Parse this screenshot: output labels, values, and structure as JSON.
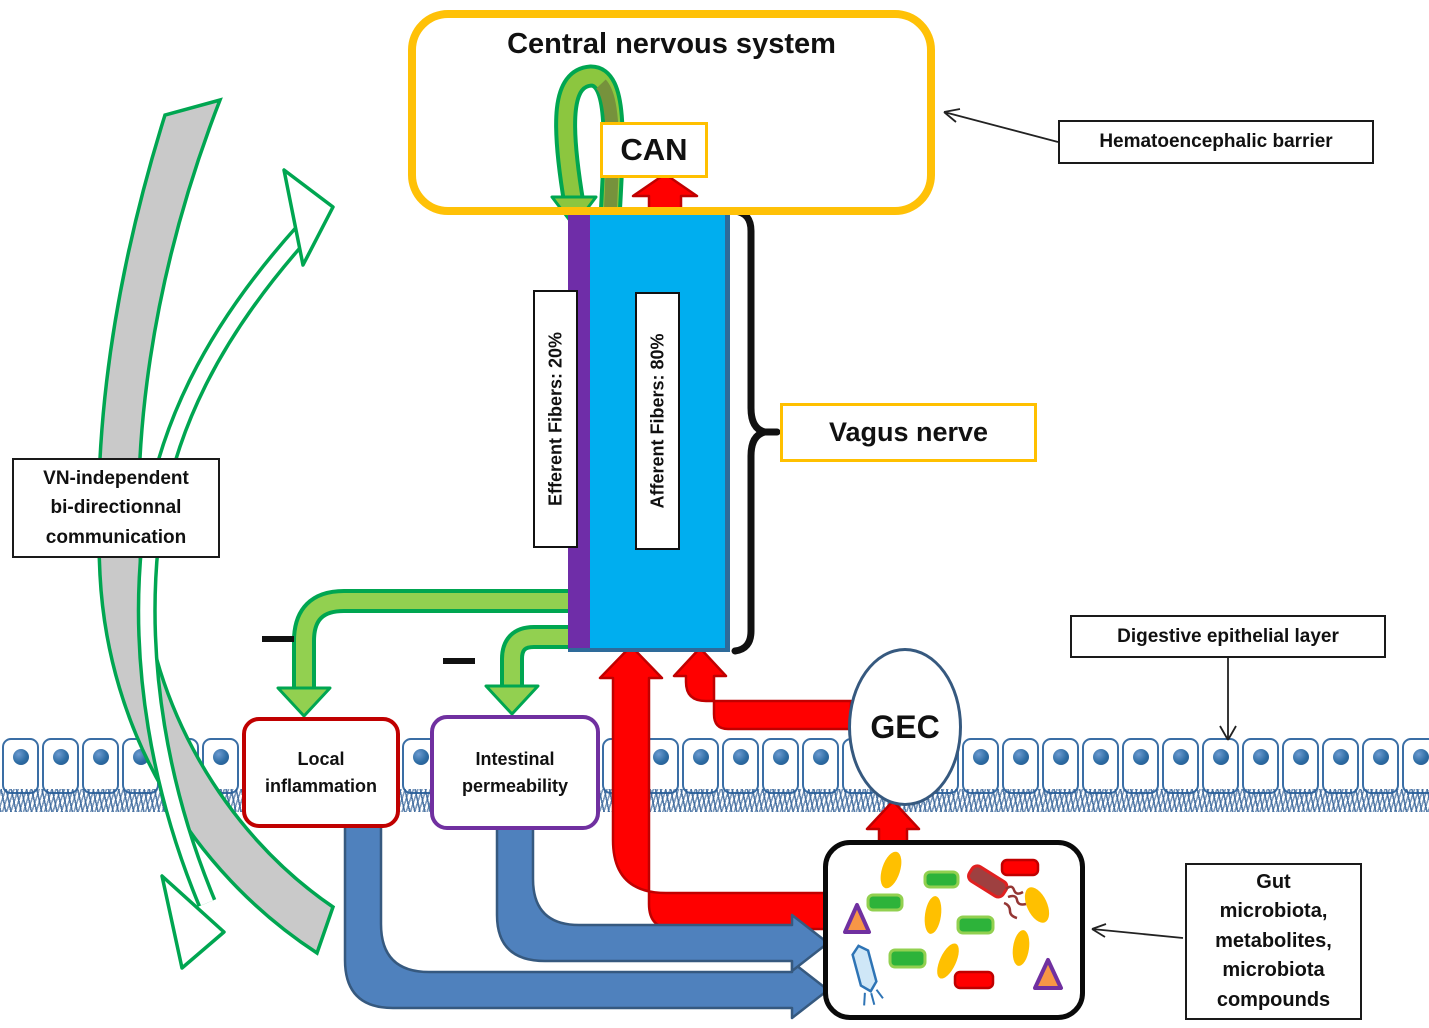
{
  "diagram": {
    "cns": {
      "title": "Central nervous system",
      "can_label": "CAN"
    },
    "vagus": {
      "label": "Vagus nerve",
      "efferent_label": "Efferent Fibers: 20%",
      "afferent_label": "Afferent Fibers: 80%"
    },
    "annotations": {
      "hematoencephalic": "Hematoencephalic barrier",
      "digestive_layer": "Digestive epithelial layer",
      "gut_microbiota": {
        "lines": [
          "Gut",
          "microbiota,",
          "metabolites,",
          "microbiota",
          "compounds"
        ]
      },
      "vn_independent": {
        "lines": [
          "VN-independent",
          "bi-directionnal",
          "communication"
        ]
      }
    },
    "nodes": {
      "local_inflammation": {
        "lines": [
          "Local",
          "inflammation"
        ]
      },
      "intestinal_permeability": {
        "lines": [
          "Intestinal",
          "permeability"
        ]
      },
      "gec": "GEC"
    },
    "signs": {
      "inhibition": "−"
    },
    "colors": {
      "accent_orange": "#FFC000",
      "vagus_blue": "#00AEEF",
      "efferent_purple": "#6F2DA8",
      "green_outline": "#00A651",
      "light_green": "#92D050",
      "olive_green": "#76923C",
      "red": "#FF0000",
      "dark_red": "#C00000",
      "steel_blue": "#4F81BD",
      "gray_band": "#C9C9C9",
      "cell_blue": "#3A6EA5"
    }
  }
}
